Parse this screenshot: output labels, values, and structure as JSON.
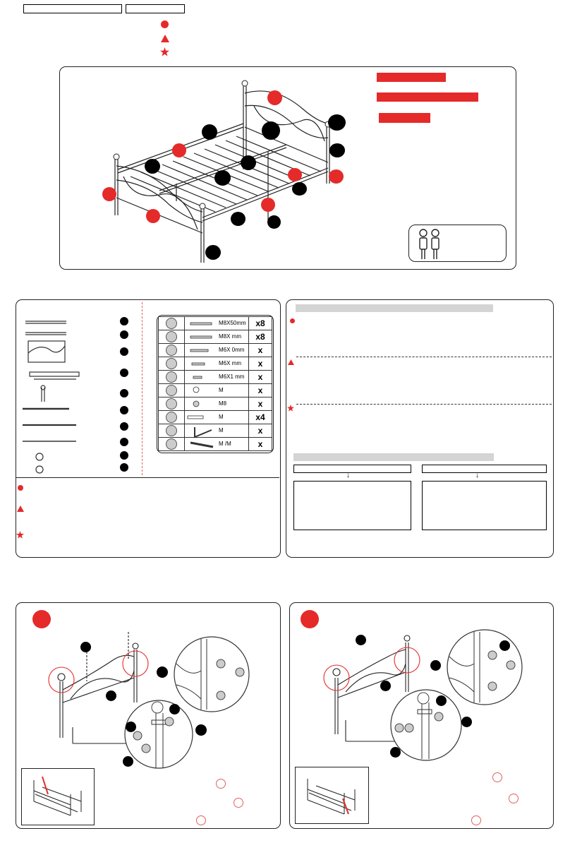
{
  "header": {
    "legend": [
      {
        "icon": "circle-icon",
        "color": "#e52a2a"
      },
      {
        "icon": "triangle-icon",
        "color": "#e52a2a"
      },
      {
        "icon": "star-icon",
        "color": "#e52a2a"
      }
    ]
  },
  "hardware": {
    "rows": [
      {
        "label": "M8X50mm",
        "qty": "x8"
      },
      {
        "label": "M8X   mm",
        "qty": "x8"
      },
      {
        "label": "M6X  0mm",
        "qty": "x"
      },
      {
        "label": "M6X    mm",
        "qty": "x"
      },
      {
        "label": "M6X1  mm",
        "qty": "x"
      },
      {
        "label": "M",
        "qty": "x"
      },
      {
        "label": "M8",
        "qty": "x"
      },
      {
        "label": "M",
        "qty": "x4"
      },
      {
        "label": "M",
        "qty": "x"
      },
      {
        "label": "M    /M",
        "qty": "x"
      }
    ]
  },
  "colors": {
    "accent": "#e52a2a",
    "ink": "#000000",
    "grey": "#d4d4d4"
  }
}
